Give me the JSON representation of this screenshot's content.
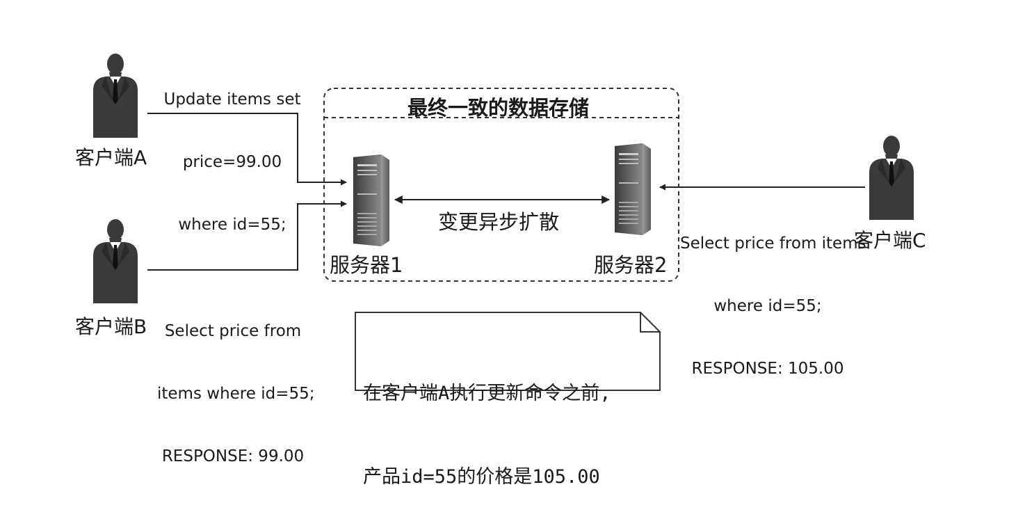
{
  "store": {
    "title": "最终一致的数据存储"
  },
  "clients": {
    "a": {
      "label": "客户端A"
    },
    "b": {
      "label": "客户端B"
    },
    "c": {
      "label": "客户端C"
    }
  },
  "servers": {
    "s1": {
      "label": "服务器1"
    },
    "s2": {
      "label": "服务器2"
    }
  },
  "queries": {
    "a": {
      "lines": [
        "Update items set",
        "price=99.00",
        "where id=55;"
      ]
    },
    "b": {
      "lines": [
        "Select price from",
        "items where id=55;",
        "RESPONSE: 99.00"
      ]
    },
    "c": {
      "lines": [
        "Select price from items",
        "where id=55;",
        "RESPONSE: 105.00"
      ]
    }
  },
  "sync": {
    "label": "变更异步扩散"
  },
  "note": {
    "lines": [
      "在客户端A执行更新命令之前,",
      "产品id=55的价格是105.00"
    ]
  }
}
